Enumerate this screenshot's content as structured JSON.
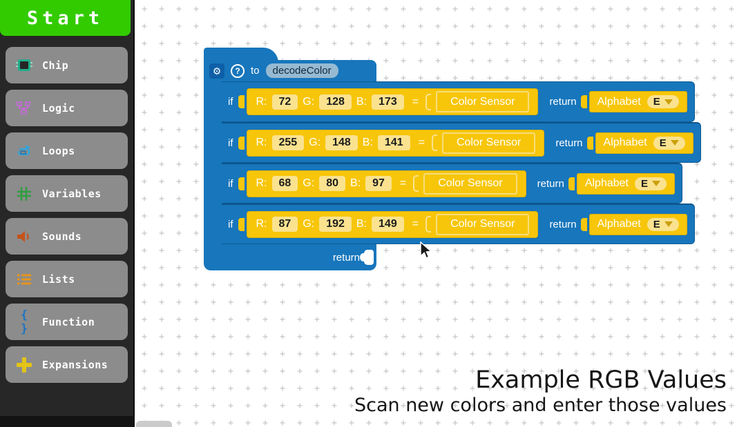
{
  "sidebar": {
    "start_label": "Start",
    "items": [
      {
        "label": "Chip",
        "icon": "chip-icon"
      },
      {
        "label": "Logic",
        "icon": "logic-icon"
      },
      {
        "label": "Loops",
        "icon": "loops-icon"
      },
      {
        "label": "Variables",
        "icon": "variables-icon"
      },
      {
        "label": "Sounds",
        "icon": "sounds-icon"
      },
      {
        "label": "Lists",
        "icon": "lists-icon"
      },
      {
        "label": "Function",
        "icon": "function-icon"
      },
      {
        "label": "Expansions",
        "icon": "expansions-icon"
      }
    ],
    "icon_glyphs": {
      "gear": "⚙",
      "help": "?",
      "function_braces": "{ }",
      "variables_hash": "#"
    }
  },
  "workspace": {
    "function_block": {
      "prefix_label": "to",
      "name": "decodeColor",
      "labels": {
        "if": "if",
        "return": "return",
        "r": "R:",
        "g": "G:",
        "b": "B:",
        "equals": "="
      },
      "footer_return_label": "return",
      "rows": [
        {
          "r": "72",
          "g": "128",
          "b": "173",
          "sensor": "Color Sensor",
          "value_label": "Alphabet",
          "letter": "E"
        },
        {
          "r": "255",
          "g": "148",
          "b": "141",
          "sensor": "Color Sensor",
          "value_label": "Alphabet",
          "letter": "E"
        },
        {
          "r": "68",
          "g": "80",
          "b": "97",
          "sensor": "Color Sensor",
          "value_label": "Alphabet",
          "letter": "E"
        },
        {
          "r": "87",
          "g": "192",
          "b": "149",
          "sensor": "Color Sensor",
          "value_label": "Alphabet",
          "letter": "E"
        }
      ]
    },
    "caption": {
      "title": "Example RGB Values",
      "subtitle": "Scan new colors and enter those values"
    },
    "colors": {
      "block_blue": "#1776bc",
      "block_blue_dark": "#0d5a92",
      "block_yellow": "#f7c60a",
      "field_light_yellow": "#fae28f",
      "name_field_blue": "#96bad2",
      "start_green": "#32cb00",
      "sidebar_button_gray": "#8c8c8c",
      "sidebar_background": "#272727"
    }
  }
}
